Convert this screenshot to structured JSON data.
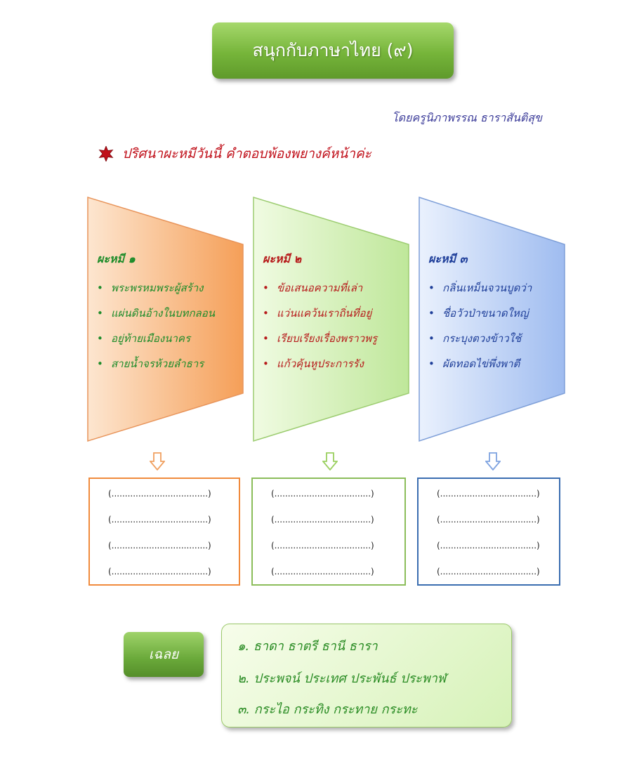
{
  "title": "สนุกกับภาษาไทย (๙)",
  "author": "โดยครูนิภาพรรณ ธาราสันติสุข",
  "instruction": "ปริศนาผะหมีวันนี้ คำตอบพ้องพยางค์หน้าค่ะ",
  "panels": [
    {
      "title": "ผะหมี ๑",
      "lines": [
        "พระพรหมพระผู้สร้าง",
        "แผ่นดินอ้างในบทกลอน",
        "อยู่ท้ายเมืองนาคร",
        "สายน้ำจรห้วยลำธาร"
      ],
      "colors": {
        "light": "#fde6d0",
        "dark": "#f59f58",
        "edge": "#e8945a",
        "text": "#1e8c2a",
        "arrow": "#f0a060",
        "box": "#f08a3c"
      }
    },
    {
      "title": "ผะหมี ๒",
      "lines": [
        "ข้อเสนอความที่เล่า",
        "แว่นแคว้นเราถิ่นที่อยู่",
        "เรียบเรียงเรื่องพราวพรู",
        "แก้วคุ้นหูประการรัง"
      ],
      "colors": {
        "light": "#f0fbe2",
        "dark": "#bfe79a",
        "edge": "#9ccc70",
        "text": "#b71c1c",
        "arrow": "#9bd060",
        "box": "#8bbd5a"
      }
    },
    {
      "title": "ผะหมี ๓",
      "lines": [
        "กลิ่นเหม็นจวนบูดว่า",
        "ชื่อวัวป่าขนาดใหญ่",
        "กระบุงตวงข้าวใช้",
        "ผัดทอดไข่พึ่งพาตี"
      ],
      "colors": {
        "light": "#eaf1fd",
        "dark": "#9fbcf0",
        "edge": "#7e9fd8",
        "text": "#1f3f9a",
        "arrow": "#7fa3e0",
        "box": "#3a6db0"
      }
    }
  ],
  "answer_blank": "(....................................)",
  "answer_key_label": "เฉลย",
  "answers": [
    "๑. ธาดา ธาตรี ธานี ธารา",
    "๒. ประพจน์ ประเทศ ประพันธ์ ประพาฬ",
    "๓. กระไอ กระทิง กระทาย กระทะ"
  ]
}
